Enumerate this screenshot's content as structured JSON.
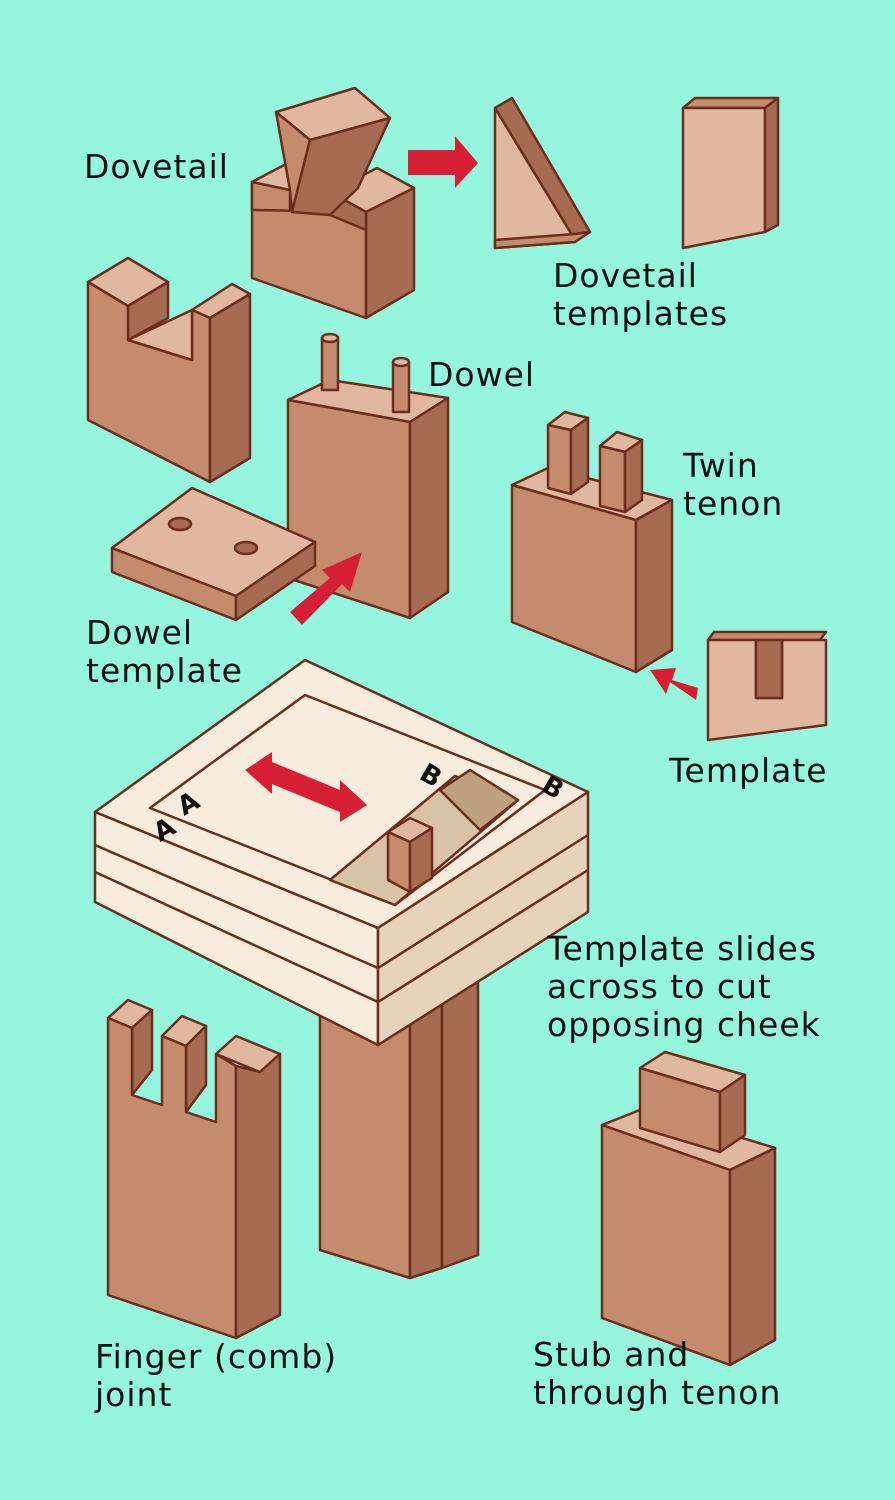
{
  "colors": {
    "background": "#95f6dd",
    "wood_front": "#c58b6f",
    "wood_side": "#a66b52",
    "wood_top": "#e2b79f",
    "outline": "#6b2d1c",
    "jig_light": "#f8ecdc",
    "jig_shade": "#e7d3bb",
    "arrow": "#d61f34"
  },
  "labels": {
    "dovetail": "Dovetail",
    "dovetail_templates": [
      "Dovetail",
      "templates"
    ],
    "dowel": "Dowel",
    "twin_tenon": [
      "Twin",
      "tenon"
    ],
    "dowel_template": [
      "Dowel",
      "template"
    ],
    "template": "Template",
    "template_slides": [
      "Template slides",
      "across to cut",
      "opposing cheek"
    ],
    "finger_joint": [
      "Finger (comb)",
      "joint"
    ],
    "stub_through_tenon": [
      "Stub and",
      "through tenon"
    ]
  },
  "jig_marks": {
    "a_inner": "A",
    "a_outer": "A",
    "b_inner": "B",
    "b_outer": "B"
  }
}
